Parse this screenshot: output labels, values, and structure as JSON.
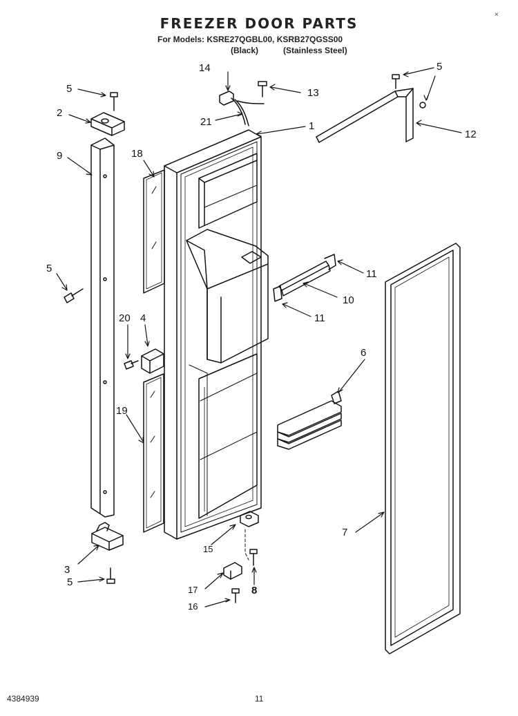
{
  "header": {
    "title": "FREEZER DOOR PARTS",
    "models": "For Models: KSRE27QGBL00, KSRB27QGSS00",
    "variant_black": "(Black)",
    "variant_stainless": "(Stainless Steel)"
  },
  "callouts": {
    "c1": "1",
    "c2": "2",
    "c3": "3",
    "c4": "4",
    "c5a": "5",
    "c5b": "5",
    "c5c": "5",
    "c5d": "5",
    "c6": "6",
    "c7": "7",
    "c8": "8",
    "c9": "9",
    "c10": "10",
    "c11a": "11",
    "c11b": "11",
    "c12": "12",
    "c13": "13",
    "c14": "14",
    "c15": "15",
    "c16": "16",
    "c17": "17",
    "c18": "18",
    "c19": "19",
    "c20": "20",
    "c21": "21"
  },
  "footer": {
    "part_number": "4384939",
    "page_number": "11",
    "corner_mark": "×"
  }
}
